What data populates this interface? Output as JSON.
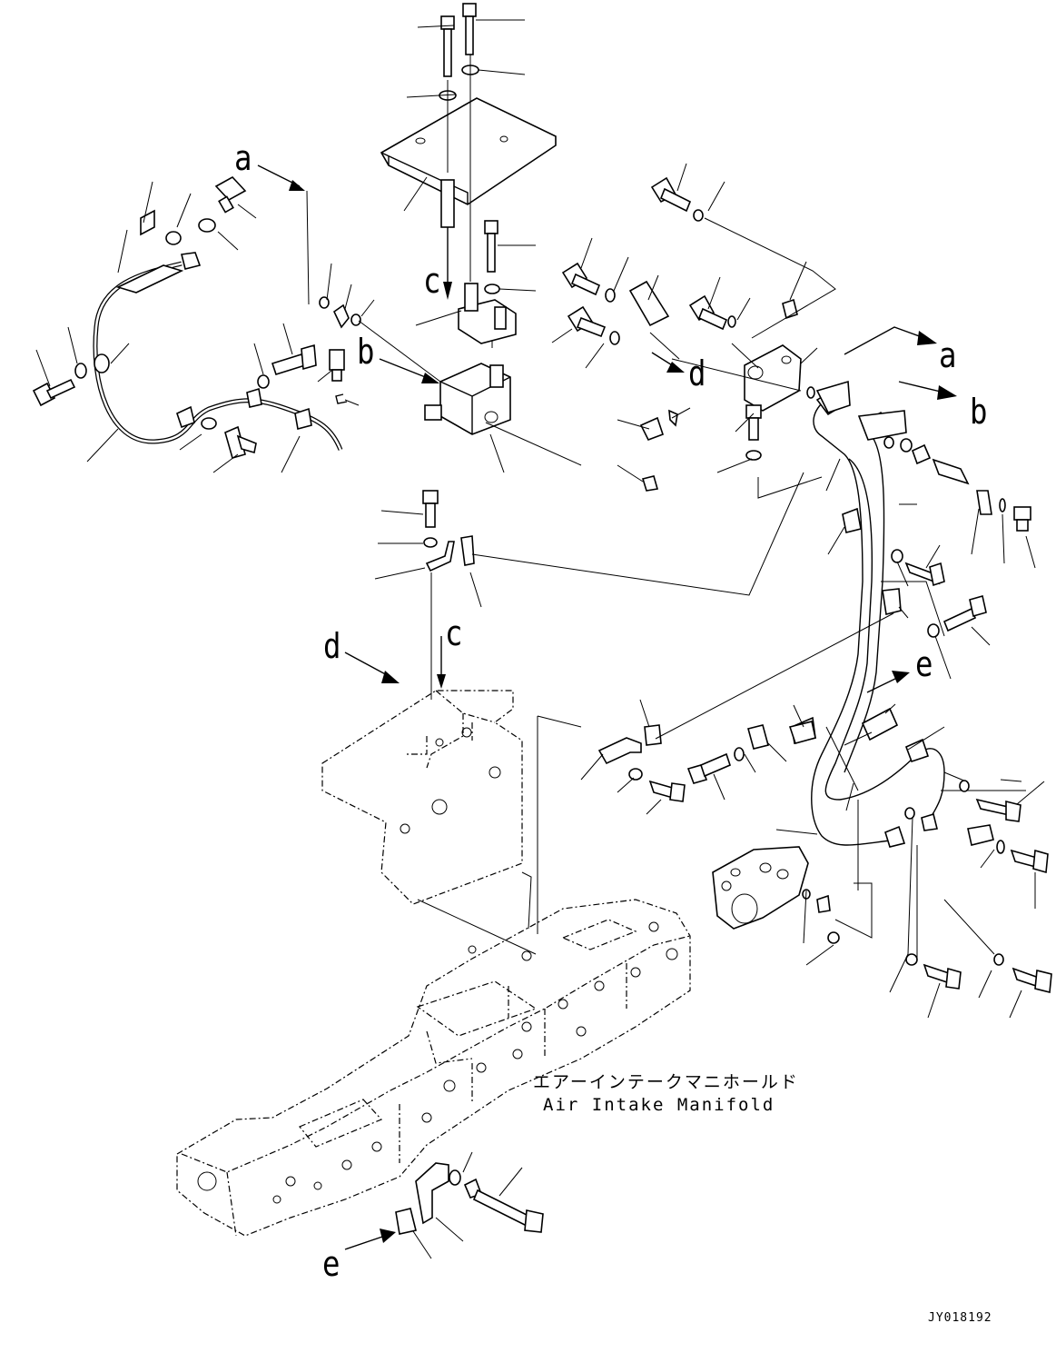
{
  "view_refs": {
    "a_top": "a",
    "a_right": "a",
    "b_left": "b",
    "b_right": "b",
    "c_top": "c",
    "c_mid": "c",
    "d_right": "d",
    "d_left": "d",
    "e_right": "e",
    "e_bottom": "e"
  },
  "caption": {
    "jp": "エアーインテークマニホールド",
    "en": "Air Intake Manifold"
  },
  "drawing_code": "JY018192"
}
